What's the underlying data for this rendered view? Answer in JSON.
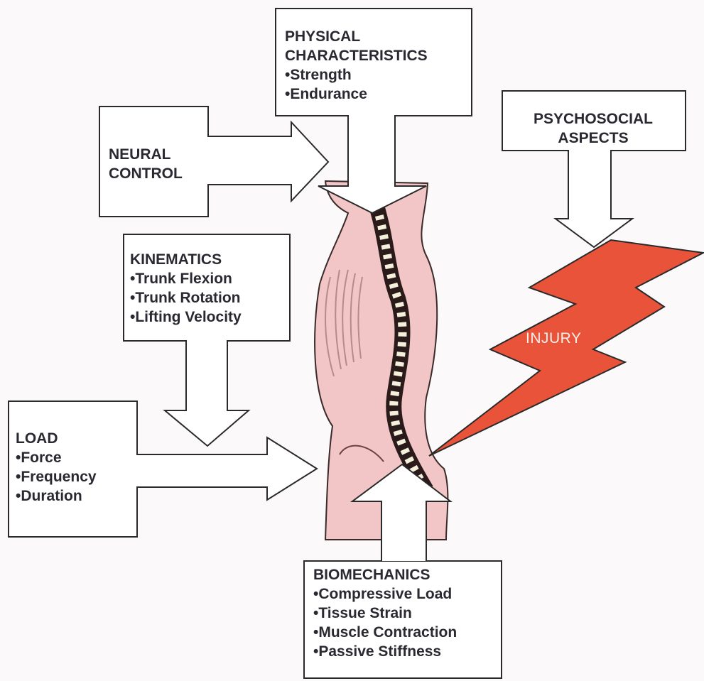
{
  "physical": {
    "title_line1": "PHYSICAL",
    "title_line2": "CHARACTERISTICS",
    "items": [
      "•Strength",
      "•Endurance"
    ]
  },
  "neural": {
    "title_line1": "NEURAL",
    "title_line2": "CONTROL"
  },
  "psychosocial": {
    "title_line1": "PSYCHOSOCIAL",
    "title_line2": "ASPECTS"
  },
  "kinematics": {
    "title": "KINEMATICS",
    "items": [
      "•Trunk Flexion",
      "•Trunk Rotation",
      "•Lifting Velocity"
    ]
  },
  "load": {
    "title": "LOAD",
    "items": [
      "•Force",
      "•Frequency",
      "•Duration"
    ]
  },
  "biomechanics": {
    "title": "BIOMECHANICS",
    "items": [
      "•Compressive Load",
      "•Tissue Strain",
      "•Muscle Contraction",
      "•Passive Stiffness"
    ]
  },
  "injury": {
    "label": "INJURY"
  },
  "colors": {
    "body": "#f2c6c6",
    "body_outline": "#2a2a2a",
    "injury_bolt": "#e8533a",
    "box_stroke": "#2a2a2a",
    "text": "#2a2830"
  }
}
